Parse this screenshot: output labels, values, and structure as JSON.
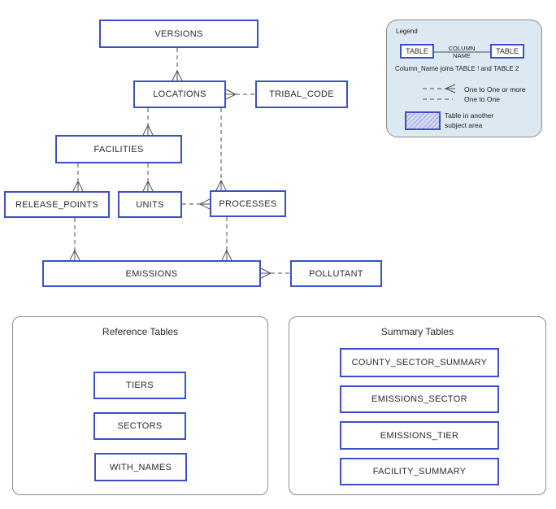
{
  "diagram_type": "entity-relationship",
  "colors": {
    "entity_border": "#3b50c8",
    "connector_line": "#4d4d4d",
    "legend_background": "#dce8f2",
    "group_border": "#8c8c8c",
    "hatch_fill": "#d6daf8",
    "hatch_stripe": "#99a1e4",
    "text": "#2b2b2b"
  },
  "entities": {
    "versions": "VERSIONS",
    "locations": "LOCATIONS",
    "tribal_code": "TRIBAL_CODE",
    "facilities": "FACILITIES",
    "release_points": "RELEASE_POINTS",
    "units": "UNITS",
    "processes": "PROCESSES",
    "emissions": "EMISSIONS",
    "pollutant": "POLLUTANT"
  },
  "relationships": [
    {
      "from": "VERSIONS",
      "to": "LOCATIONS",
      "crow_foot_at": "LOCATIONS",
      "style": "dashed"
    },
    {
      "from": "LOCATIONS",
      "to": "TRIBAL_CODE",
      "crow_foot_at": "LOCATIONS",
      "style": "dashed"
    },
    {
      "from": "LOCATIONS",
      "to": "FACILITIES",
      "crow_foot_at": "FACILITIES",
      "style": "dashed"
    },
    {
      "from": "LOCATIONS",
      "to": "PROCESSES",
      "crow_foot_at": "PROCESSES",
      "style": "dashed"
    },
    {
      "from": "FACILITIES",
      "to": "RELEASE_POINTS",
      "crow_foot_at": "RELEASE_POINTS",
      "style": "dashed"
    },
    {
      "from": "FACILITIES",
      "to": "UNITS",
      "crow_foot_at": "UNITS",
      "style": "dashed"
    },
    {
      "from": "UNITS",
      "to": "PROCESSES",
      "crow_foot_at": "PROCESSES",
      "style": "dashed"
    },
    {
      "from": "RELEASE_POINTS",
      "to": "EMISSIONS",
      "crow_foot_at": "EMISSIONS",
      "style": "dashed"
    },
    {
      "from": "PROCESSES",
      "to": "EMISSIONS",
      "crow_foot_at": "EMISSIONS",
      "style": "dashed"
    },
    {
      "from": "EMISSIONS",
      "to": "POLLUTANT",
      "crow_foot_at": "EMISSIONS",
      "style": "dashed"
    }
  ],
  "legend": {
    "title": "Legend",
    "table_left": "TABLE",
    "table_right": "TABLE",
    "column_label_top": "COLUMN",
    "column_label_bottom": "NAME",
    "caption": "Column_Name joins TABLE ! and TABLE 2",
    "one_to_one_or_more": "One to One or more",
    "one_to_one": "One to One",
    "subject_area_line1": "Table in another",
    "subject_area_line2": "subject area"
  },
  "reference_group": {
    "title": "Reference Tables",
    "tables": [
      "TIERS",
      "SECTORS",
      "WITH_NAMES"
    ]
  },
  "summary_group": {
    "title": "Summary Tables",
    "tables": [
      "COUNTY_SECTOR_SUMMARY",
      "EMISSIONS_SECTOR",
      "EMISSIONS_TIER",
      "FACILITY_SUMMARY"
    ]
  }
}
